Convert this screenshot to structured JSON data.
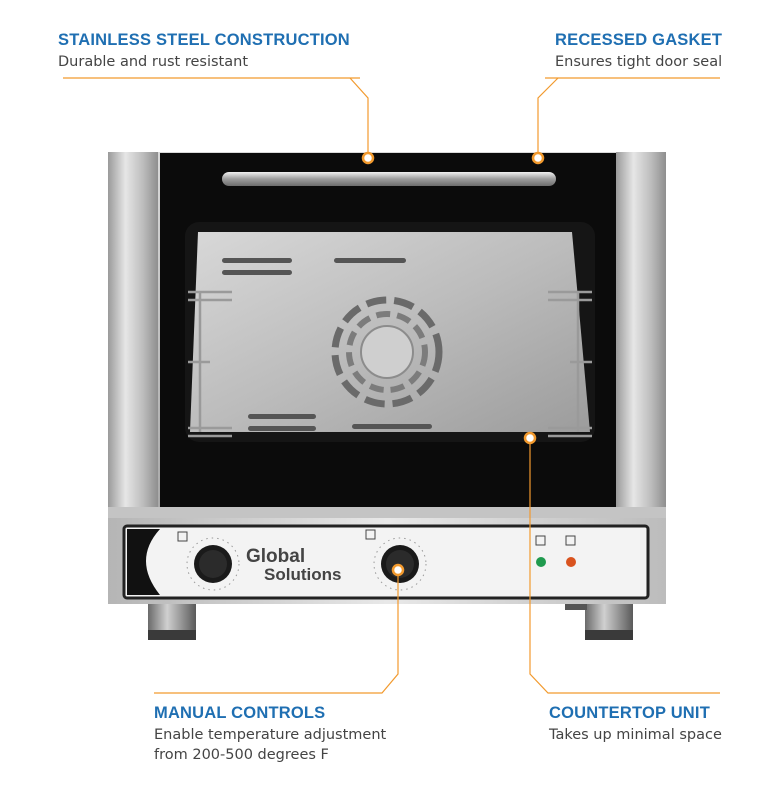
{
  "callouts": {
    "stainless": {
      "title": "STAINLESS STEEL CONSTRUCTION",
      "desc": "Durable and rust resistant"
    },
    "gasket": {
      "title": "RECESSED GASKET",
      "desc": "Ensures tight door seal"
    },
    "controls": {
      "title": "MANUAL CONTROLS",
      "desc_line1": "Enable temperature adjustment",
      "desc_line2": "from 200-500 degrees F"
    },
    "countertop": {
      "title": "COUNTERTOP UNIT",
      "desc": "Takes up minimal space"
    }
  },
  "brand": {
    "line1": "Global",
    "line2": "Solutions"
  },
  "colors": {
    "accent": "#1f6fb2",
    "leader": "#f29a2e",
    "steel": "#c9c9c9",
    "glass": "#0b0b0b"
  }
}
